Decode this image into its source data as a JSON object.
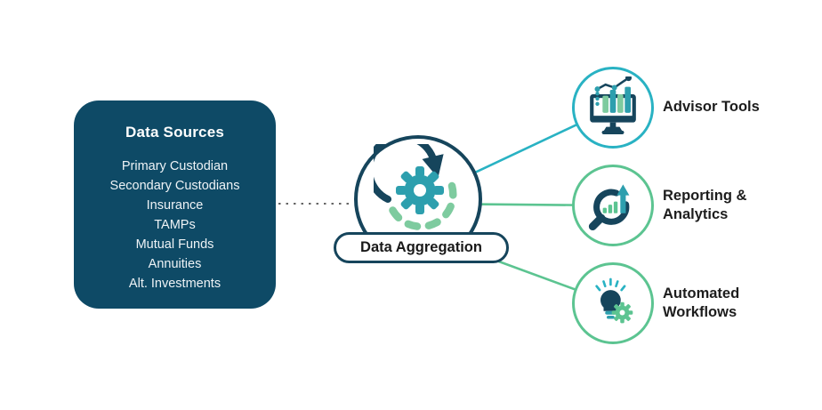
{
  "diagram": {
    "source_box": {
      "title": "Data Sources",
      "items": [
        "Primary Custodian",
        "Secondary Custodians",
        "Insurance",
        "TAMPs",
        "Mutual Funds",
        "Annuities",
        "Alt. Investments"
      ]
    },
    "hub": {
      "label": "Data Aggregation",
      "icon": "sync-gear-icon"
    },
    "outputs": [
      {
        "label": "Advisor Tools",
        "icon": "monitor-bar-chart-icon"
      },
      {
        "label": "Reporting & Analytics",
        "icon": "magnifier-growth-icon"
      },
      {
        "label": "Automated Workflows",
        "icon": "lightbulb-gear-icon"
      }
    ],
    "colors": {
      "box_fill": "#0e4a66",
      "navy": "#16455c",
      "teal": "#2d9fae",
      "cyan_accent": "#29b2c3",
      "green_accent": "#5cc491",
      "light_green": "#7ecb9f",
      "text_dark": "#1d1d1d",
      "dotted_gray": "#666666"
    }
  }
}
